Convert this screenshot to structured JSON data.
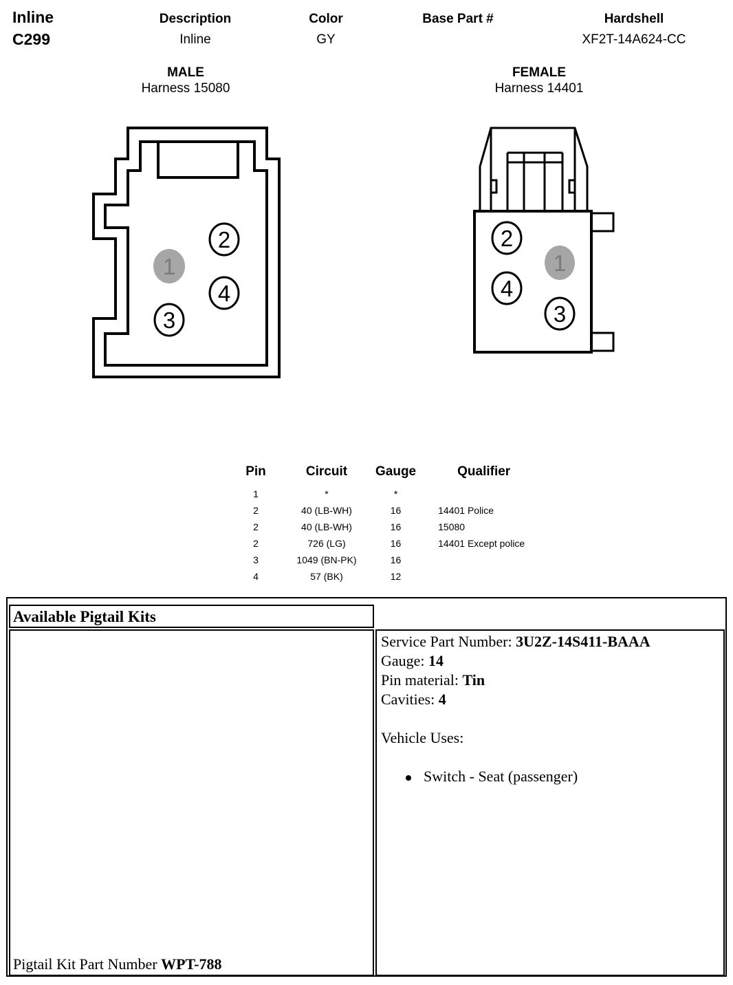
{
  "connector": {
    "type": "Inline",
    "id": "C299",
    "headers": {
      "description": "Description",
      "color": "Color",
      "base_part": "Base Part #",
      "hardshell": "Hardshell"
    },
    "values": {
      "description": "Inline",
      "color": "GY",
      "base_part": "",
      "hardshell": "XF2T-14A624-CC"
    }
  },
  "male": {
    "title": "MALE",
    "harness": "Harness 15080",
    "pins": [
      "1",
      "2",
      "3",
      "4"
    ]
  },
  "female": {
    "title": "FEMALE",
    "harness": "Harness 14401",
    "pins": [
      "1",
      "2",
      "3",
      "4"
    ]
  },
  "pin_table": {
    "headers": {
      "pin": "Pin",
      "circuit": "Circuit",
      "gauge": "Gauge",
      "qualifier": "Qualifier"
    },
    "rows": [
      {
        "pin": "1",
        "circuit": "*",
        "gauge": "*",
        "qualifier": ""
      },
      {
        "pin": "2",
        "circuit": "40 (LB-WH)",
        "gauge": "16",
        "qualifier": "14401 Police"
      },
      {
        "pin": "2",
        "circuit": "40 (LB-WH)",
        "gauge": "16",
        "qualifier": "15080"
      },
      {
        "pin": "2",
        "circuit": "726 (LG)",
        "gauge": "16",
        "qualifier": "14401 Except police"
      },
      {
        "pin": "3",
        "circuit": "1049 (BN-PK)",
        "gauge": "16",
        "qualifier": ""
      },
      {
        "pin": "4",
        "circuit": "57 (BK)",
        "gauge": "12",
        "qualifier": ""
      }
    ]
  },
  "pigtail": {
    "title": "Available Pigtail Kits",
    "service_part_label": "Service Part Number: ",
    "service_part_value": "3U2Z-14S411-BAAA",
    "gauge_label": "Gauge: ",
    "gauge_value": "14",
    "pin_material_label": "Pin material: ",
    "pin_material_value": "Tin",
    "cavities_label": "Cavities: ",
    "cavities_value": "4",
    "vehicle_uses_label": "Vehicle Uses:",
    "uses": [
      "Switch - Seat (passenger)"
    ],
    "kit_part_label": "Pigtail Kit Part Number ",
    "kit_part_value": "WPT-788"
  },
  "colors": {
    "inactive_pin": "#a6a6a6",
    "line": "#000000"
  }
}
